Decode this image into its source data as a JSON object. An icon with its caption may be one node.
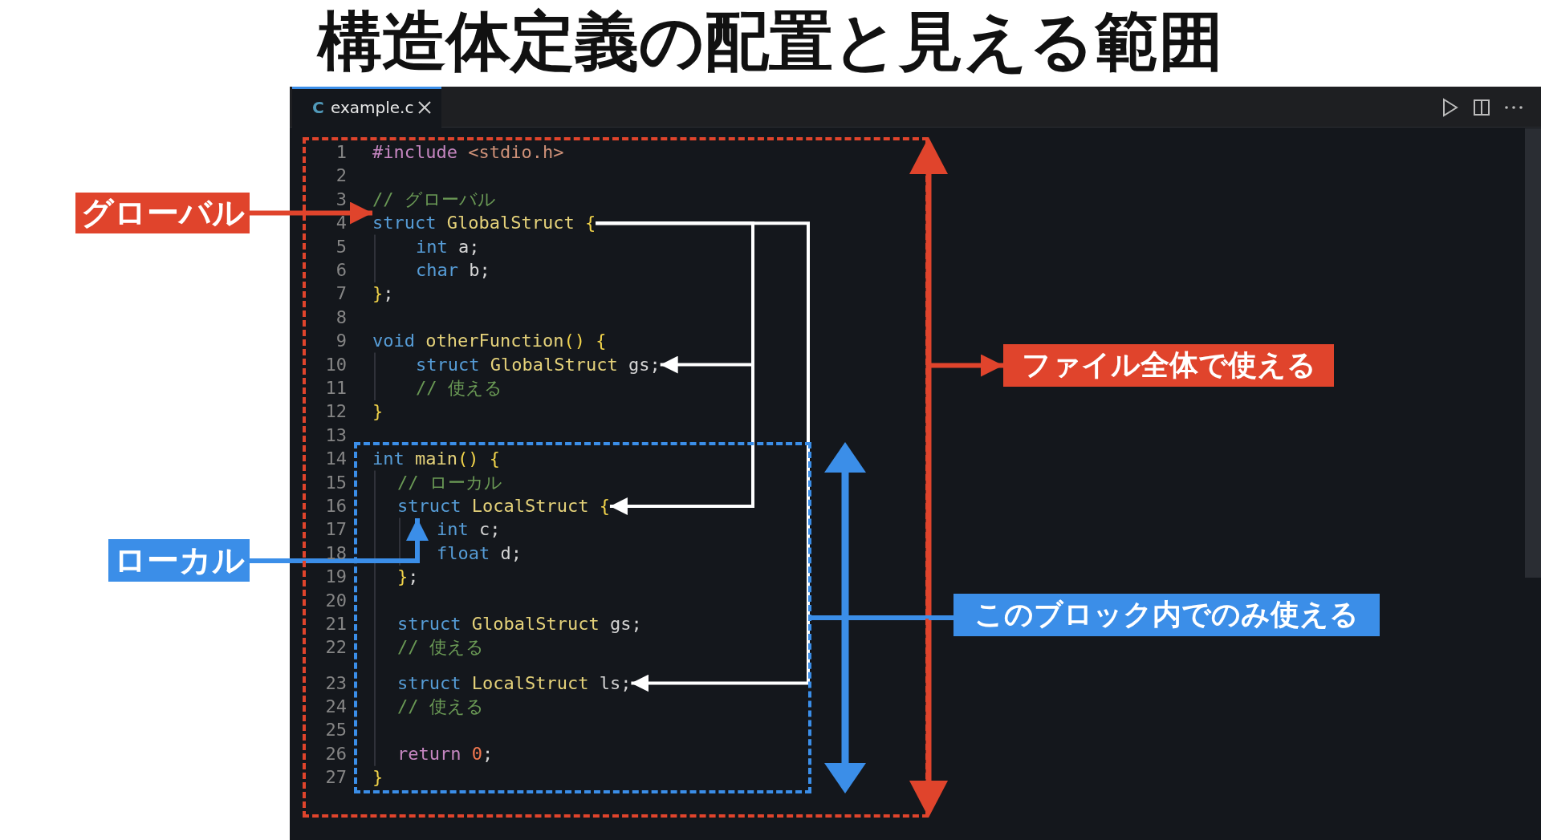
{
  "diagram": {
    "title": "構造体定義の配置と見える範囲",
    "nodes": [
      {
        "text": [
          "グローバル"
        ]
      },
      {
        "text": [
          "ローカル"
        ]
      },
      {
        "text": [
          "ファイル全体で使える"
        ]
      },
      {
        "text": [
          "このブロック内でのみ使える"
        ]
      },
      {
        "text": [],
        "shape": "box"
      },
      {
        "text": [],
        "shape": "box",
        "in": 4
      },
      {
        "text": [
          "struct GlobalStruct {"
        ],
        "in": 4
      },
      {
        "text": [
          "struct GlobalStruct gs;"
        ],
        "in": 4
      },
      {
        "text": [
          "struct LocalStruct {"
        ],
        "in": 5
      },
      {
        "text": [
          "struct LocalStruct ls;"
        ],
        "in": 5
      }
    ],
    "edges": [
      {
        "from": 0,
        "to": 6,
        "arrow": "to",
        "color": "#e0442c"
      },
      {
        "from": 1,
        "to": 8,
        "arrow": "to",
        "color": "#3b8ee8"
      },
      {
        "from": 6,
        "to": 7,
        "arrow": "to"
      },
      {
        "from": 6,
        "to": 8,
        "arrow": "to"
      },
      {
        "from": 6,
        "to": 9,
        "arrow": "to"
      },
      {
        "from": 4,
        "to": 2,
        "arrow": "to",
        "color": "#e0442c"
      },
      {
        "from": 5,
        "to": 3,
        "arrow": "none",
        "color": "#3b8ee8"
      }
    ],
    "labels": [
      "C",
      "example.c",
      "1",
      "#include <stdio.h>",
      "2",
      "3",
      "// グローバル",
      "4",
      "5",
      "int a;",
      "6",
      "char b;",
      "7",
      "};",
      "8",
      "9",
      "void otherFunction() {",
      "10",
      "11",
      "// 使える",
      "12",
      "}",
      "13",
      "14",
      "int main() {",
      "15",
      "// ローカル",
      "16",
      "17",
      "int c;",
      "18",
      "float d;",
      "19",
      "};",
      "20",
      "21",
      "struct GlobalStruct gs;",
      "22",
      "// 使える",
      "23",
      "24",
      "// 使える",
      "25",
      "26",
      "return 0;",
      "27",
      "}"
    ]
  }
}
